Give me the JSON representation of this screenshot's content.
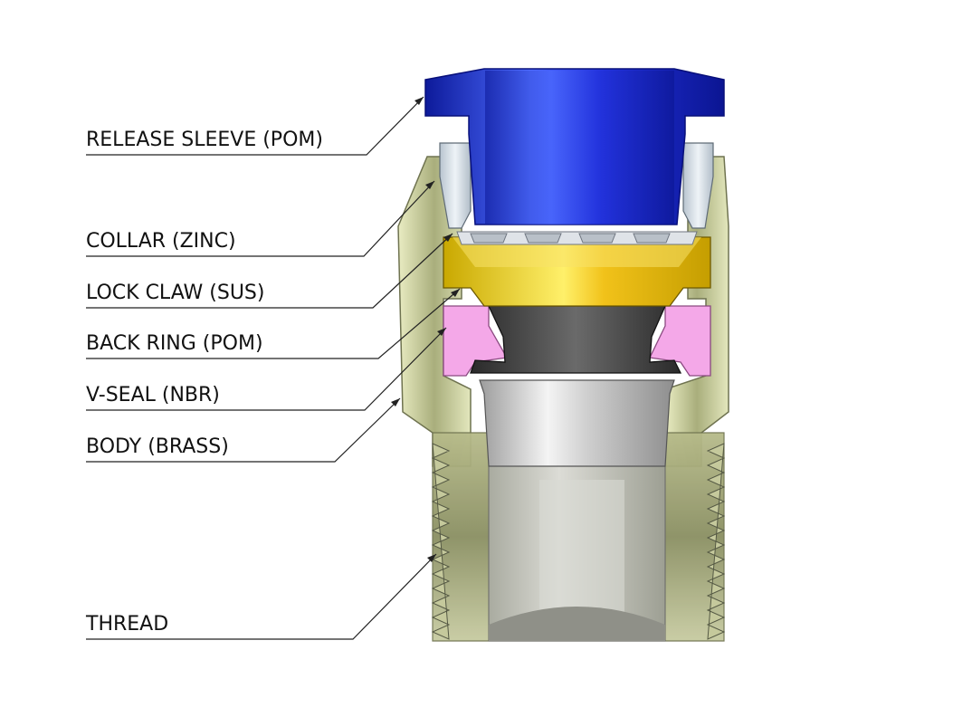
{
  "labels": {
    "release_sleeve": "RELEASE SLEEVE (POM)",
    "collar": "COLLAR (ZINC)",
    "lock_claw": "LOCK CLAW (SUS)",
    "back_ring": "BACK RING (POM)",
    "v_seal": "V-SEAL (NBR)",
    "body": "BODY (BRASS)",
    "thread": "THREAD"
  },
  "colors": {
    "release_sleeve": "#1f33e0",
    "collar": "#c8d2dc",
    "lock_claw": "#e0c21a",
    "back_ring": "#f4a8e8",
    "v_seal": "#3a3a3a",
    "body": "#c9c99a",
    "thread": "#d8d8d8",
    "leader": "#222222"
  }
}
